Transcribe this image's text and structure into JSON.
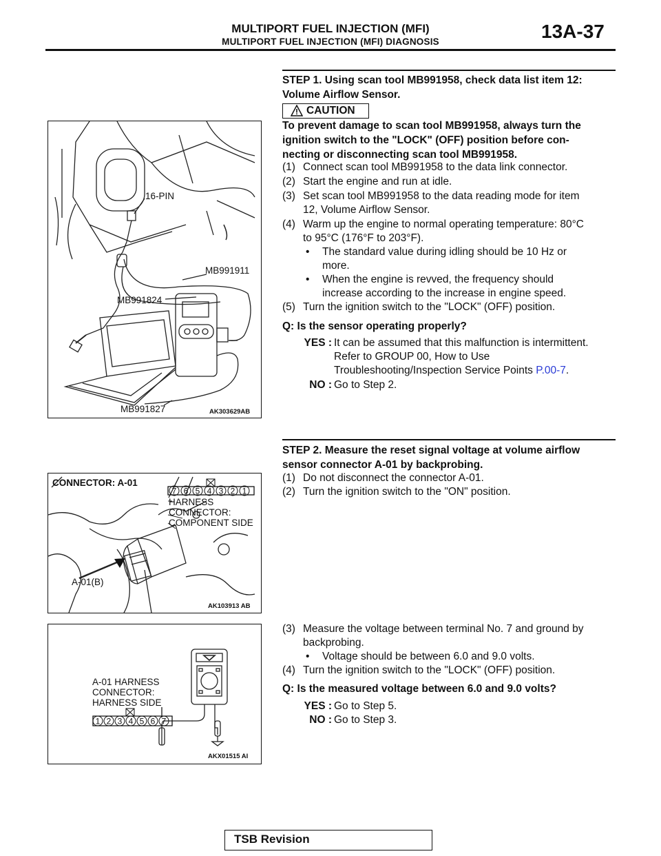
{
  "header": {
    "title": "MULTIPORT FUEL INJECTION (MFI)",
    "subtitle": "MULTIPORT FUEL INJECTION (MFI) DIAGNOSIS",
    "page_number": "13A-37"
  },
  "step1": {
    "heading_line1": "STEP 1. Using scan tool MB991958, check data list item 12:",
    "heading_line2": "Volume Airflow Sensor.",
    "caution_label": "CAUTION",
    "caution_lines": [
      "To prevent damage to scan tool MB991958, always turn the",
      "ignition switch to the \"LOCK\" (OFF) position before con-",
      "necting or disconnecting scan tool MB991958."
    ],
    "items": [
      {
        "num": "(1)",
        "lines": [
          "Connect scan tool MB991958 to the data link connector."
        ]
      },
      {
        "num": "(2)",
        "lines": [
          "Start the engine and run at idle."
        ]
      },
      {
        "num": "(3)",
        "lines": [
          "Set scan tool MB991958 to the data reading mode for item",
          "12, Volume Airflow Sensor."
        ]
      },
      {
        "num": "(4)",
        "lines": [
          "Warm up the engine to normal operating temperature: 80°C",
          "to 95°C (176°F to 203°F)."
        ]
      },
      {
        "num": "(5)",
        "lines": [
          "Turn the ignition switch to the \"LOCK\" (OFF) position."
        ]
      }
    ],
    "bullets": [
      {
        "lines": [
          "The standard value during idling should be 10 Hz or",
          "more."
        ]
      },
      {
        "lines": [
          "When the engine is revved, the frequency should",
          "increase according to the increase in engine speed."
        ]
      }
    ],
    "question": "Q: Is the sensor operating properly?",
    "yes_label": "YES :",
    "yes_lines": [
      "It can be assumed that this malfunction is intermittent.",
      "Refer to GROUP 00, How to Use"
    ],
    "yes_line3_text": "Troubleshooting/Inspection Service Points ",
    "yes_link": "P.00-7",
    "yes_line3_end": ".",
    "no_label": "NO :",
    "no_text": "Go to Step 2."
  },
  "step2": {
    "heading_line1": "STEP 2. Measure the reset signal voltage at volume airflow",
    "heading_line2": "sensor connector A-01 by backprobing.",
    "items": [
      {
        "num": "(1)",
        "lines": [
          "Do not disconnect the connector A-01."
        ]
      },
      {
        "num": "(2)",
        "lines": [
          "Turn the ignition switch to the \"ON\" position."
        ]
      },
      {
        "num": "(3)",
        "lines": [
          "Measure the voltage between terminal No. 7 and ground by",
          "backprobing."
        ]
      },
      {
        "num": "(4)",
        "lines": [
          "Turn the ignition switch to the \"LOCK\" (OFF) position."
        ]
      }
    ],
    "bullet": "Voltage should be between 6.0 and 9.0 volts.",
    "question": "Q: Is the measured voltage between 6.0 and 9.0 volts?",
    "yes_label": "YES :",
    "yes_text": "Go to Step 5.",
    "no_label": "NO :",
    "no_text": "Go to Step 3."
  },
  "figure1": {
    "label_16pin": "16-PIN",
    "label_mb991911": "MB991911",
    "label_mb991824": "MB991824",
    "label_mb991827": "MB991827",
    "code": "AK303629AB"
  },
  "figure2": {
    "label_connector": "CONNECTOR: A-01",
    "pins": [
      "7",
      "6",
      "5",
      "4",
      "3",
      "2",
      "1"
    ],
    "label_harness_1": "HARNESS",
    "label_harness_2": "CONNECTOR:",
    "label_harness_3": "COMPONENT SIDE",
    "label_a01b": "A-01(B)",
    "code": "AK103913 AB"
  },
  "figure3": {
    "label_1": "A-01 HARNESS",
    "label_2": "CONNECTOR:",
    "label_3": "HARNESS SIDE",
    "pins": [
      "1",
      "2",
      "3",
      "4",
      "5",
      "6",
      "7"
    ],
    "code": "AKX01515 AI"
  },
  "footer": {
    "label": "TSB Revision"
  }
}
